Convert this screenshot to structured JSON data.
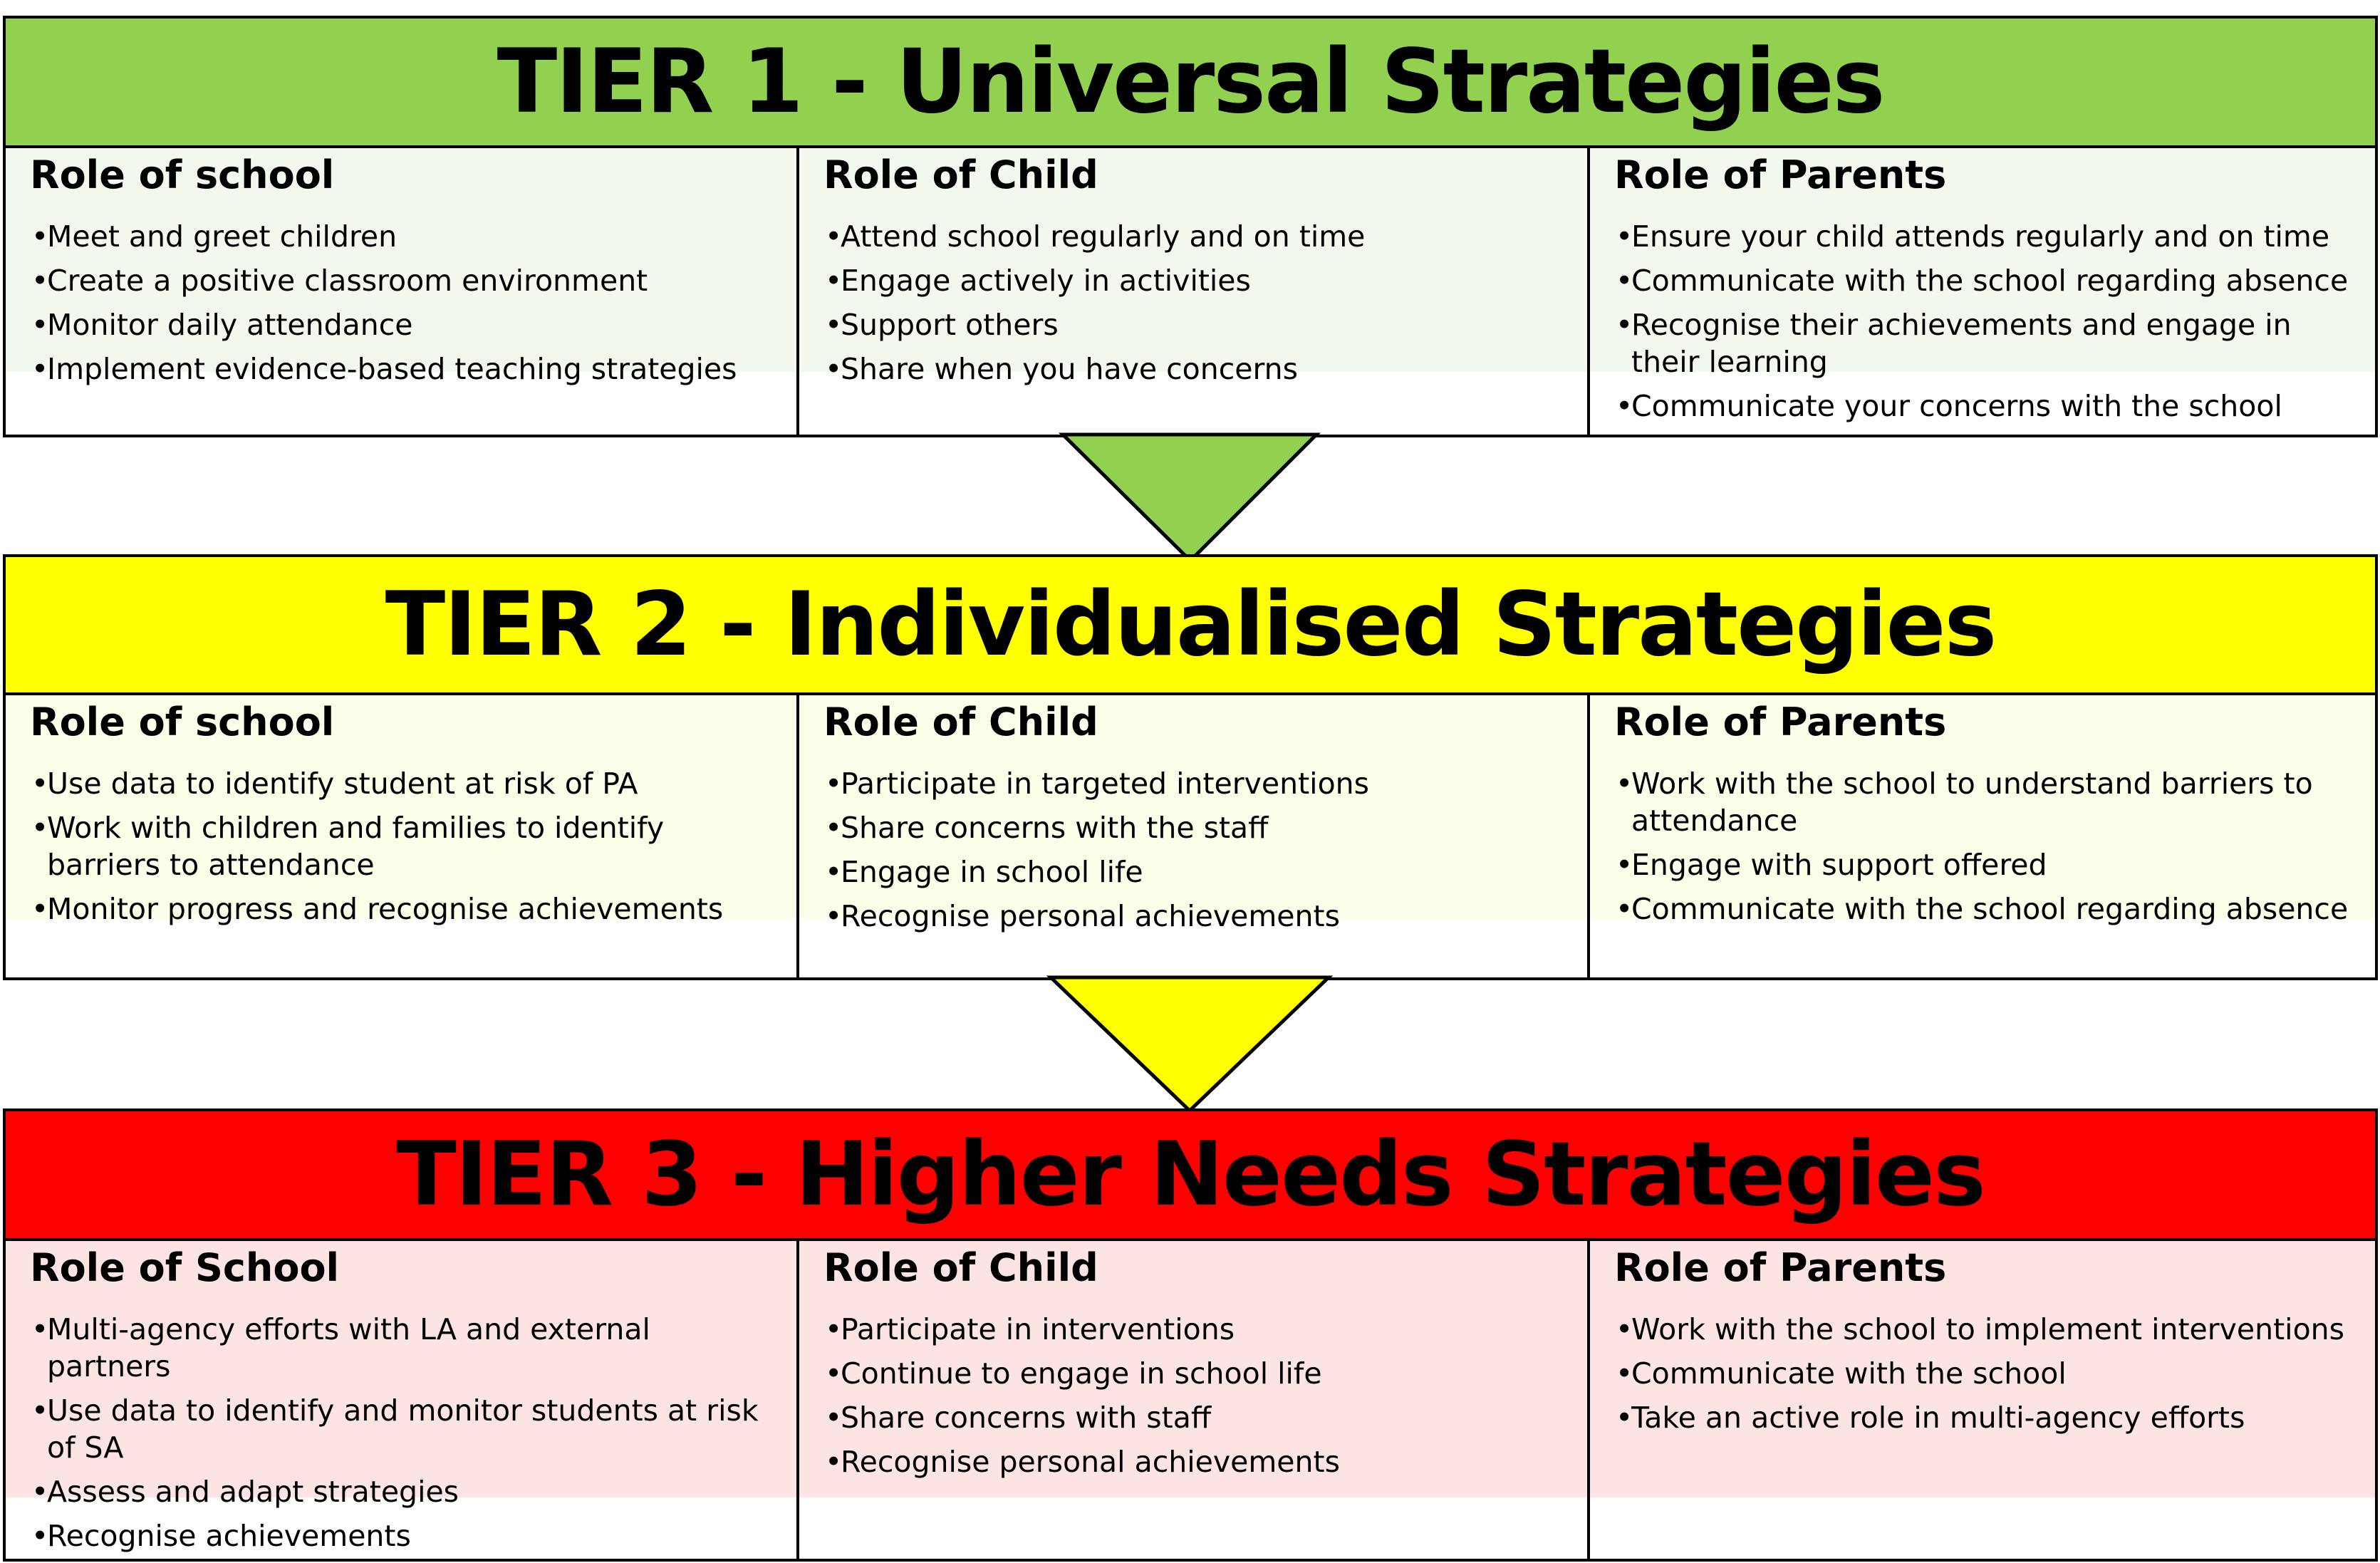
{
  "tiers": [
    {
      "title": "TIER 1 - Universal Strategies",
      "color": "#92d050",
      "tint": "#f2f8ed",
      "columns": [
        {
          "heading": "Role of school",
          "items": [
            "Meet and greet children",
            "Create a positive classroom environment",
            "Monitor daily attendance",
            "Implement evidence-based teaching strategies"
          ]
        },
        {
          "heading": "Role of Child",
          "items": [
            "Attend school regularly and on time",
            "Engage actively in activities",
            "Support others",
            "Share when you have concerns"
          ]
        },
        {
          "heading": "Role of Parents",
          "items": [
            "Ensure your child attends regularly and on time",
            "Communicate with the school regarding absence",
            "Recognise their achievements and engage in their learning",
            "Communicate your concerns with the school"
          ]
        }
      ]
    },
    {
      "title": "TIER 2 - Individualised Strategies",
      "color": "#ffff00",
      "tint": "#fdfee9",
      "columns": [
        {
          "heading": "Role of school",
          "items": [
            "Use data to identify student at risk of PA",
            "Work with children and families to identify barriers to attendance",
            "Monitor progress and recognise achievements"
          ]
        },
        {
          "heading": "Role of Child",
          "items": [
            "Participate in targeted interventions",
            "Share concerns with the staff",
            "Engage in school life",
            "Recognise personal achievements"
          ]
        },
        {
          "heading": "Role of Parents",
          "items": [
            "Work with the school to understand barriers to attendance",
            "Engage with support offered",
            "Communicate with the school regarding absence"
          ]
        }
      ]
    },
    {
      "title": "TIER 3 - Higher Needs Strategies",
      "color": "#ff0000",
      "tint": "#fde4e4",
      "columns": [
        {
          "heading": "Role of School",
          "items": [
            "Multi-agency efforts with LA and external partners",
            "Use data to identify and monitor students at risk of SA",
            "Assess and adapt strategies",
            "Recognise achievements"
          ]
        },
        {
          "heading": "Role of Child",
          "items": [
            "Participate in interventions",
            "Continue to engage in school life",
            "Share concerns with staff",
            "Recognise personal achievements"
          ]
        },
        {
          "heading": "Role of Parents",
          "items": [
            "Work with the school to implement interventions",
            "Communicate with the school",
            "Take an active role in multi-agency efforts"
          ]
        }
      ]
    }
  ]
}
